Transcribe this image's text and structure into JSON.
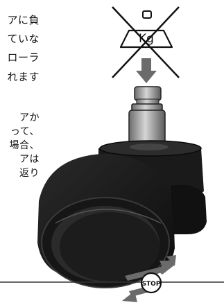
{
  "weight_icon": {
    "label": "Kg",
    "icon": "no-weight-icon"
  },
  "text_lines": [
    "アに負",
    "ていな",
    "ローラ",
    "れます",
    "アか",
    "って、",
    "場合、",
    "アは",
    "返り"
  ],
  "stop_badge": {
    "label": "STOP"
  },
  "icons": [
    "no-weight-icon",
    "down-arrow-icon",
    "caster-wheel-icon",
    "rotation-arrows-icon",
    "stop-badge-icon"
  ]
}
